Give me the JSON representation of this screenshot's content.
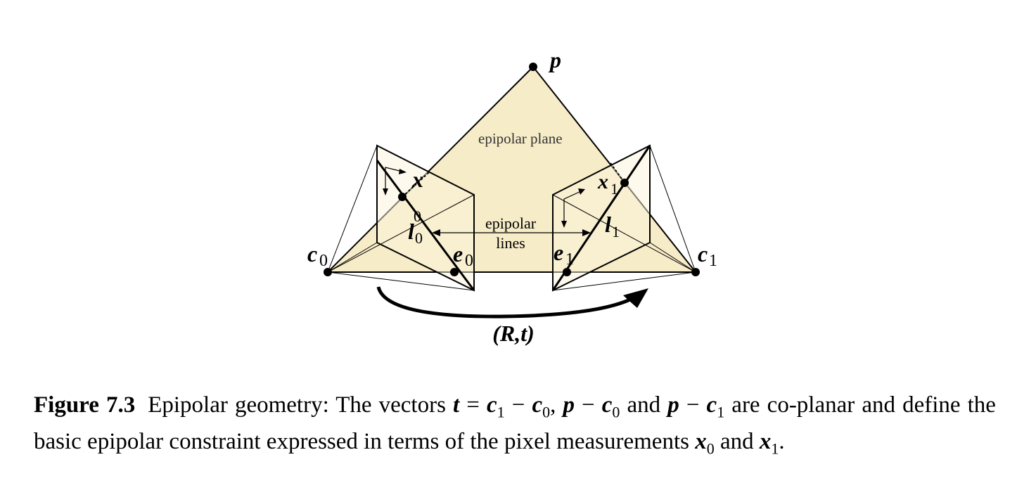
{
  "diagram": {
    "point_p": "p",
    "plane_label": "epipolar plane",
    "x0_label": "x",
    "x0_sub": "0",
    "x1_label": "x",
    "x1_sub": "1",
    "l0_label": "l",
    "l0_sub": "0",
    "l1_label": "l",
    "l1_sub": "1",
    "lines_label_1": "epipolar",
    "lines_label_2": "lines",
    "c0_label": "c",
    "c0_sub": "0",
    "c1_label": "c",
    "c1_sub": "1",
    "e0_label": "e",
    "e0_sub": "0",
    "e1_label": "e",
    "e1_sub": "1",
    "motion_label": "(R,t)",
    "plane_color": "#f7ecc8"
  },
  "caption": {
    "figure_number": "Figure 7.3",
    "text_1": "Epipolar geometry: The vectors",
    "t": "t",
    "eq": " = ",
    "c": "c",
    "sub1": "1",
    "sub0": "0",
    "minus": " − ",
    "comma": ", ",
    "p": "p",
    "and": " and ",
    "text_2": " are co-planar and define the basic epipolar constraint expressed in terms of the pixel measurements ",
    "x": "x",
    "period": "."
  }
}
